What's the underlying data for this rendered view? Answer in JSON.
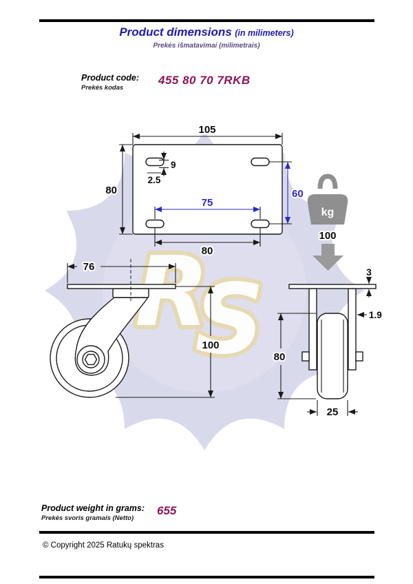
{
  "colors": {
    "title_blue": "#1b1bb3",
    "subtitle_purple": "#5a4879",
    "code_maroon": "#8e1356",
    "dimension_blue": "#2a2ac8",
    "line_black": "#1a1a1a",
    "watermark_lavender": "#d9d9ec",
    "logo_cream": "#e7d9ae",
    "weight_gray": "#8f8f8f"
  },
  "header": {
    "title": "Product dimensions",
    "title_note": "(in milimeters)",
    "subtitle": "Prekės išmatavimai (milimetrais)"
  },
  "product_code": {
    "label_en": "Product code:",
    "label_lt": "Prekės kodas",
    "value": "455 80 70 7RKB"
  },
  "drawing": {
    "top_view": {
      "plate_width": "105",
      "plate_height": "80",
      "slot_height": "9",
      "slot_radius": "2.5",
      "hole_spacing_v": "60",
      "hole_spacing_h1": "75",
      "hole_spacing_h2": "80"
    },
    "load": {
      "unit": "kg",
      "value": "100"
    },
    "side_view": {
      "plate_length": "76",
      "overall_height": "100"
    },
    "front_view": {
      "plate_thickness": "3",
      "fork_thickness": "1.9",
      "wheel_diameter": "80",
      "wheel_width": "25"
    },
    "logo_letters": {
      "r": "R",
      "s": "S"
    }
  },
  "footer": {
    "weight_label_en": "Product weight in grams:",
    "weight_label_lt": "Prekės svoris gramais (Netto)",
    "weight_value": "655",
    "copyright": "© Copyright 2025 Ratukų spektras"
  }
}
